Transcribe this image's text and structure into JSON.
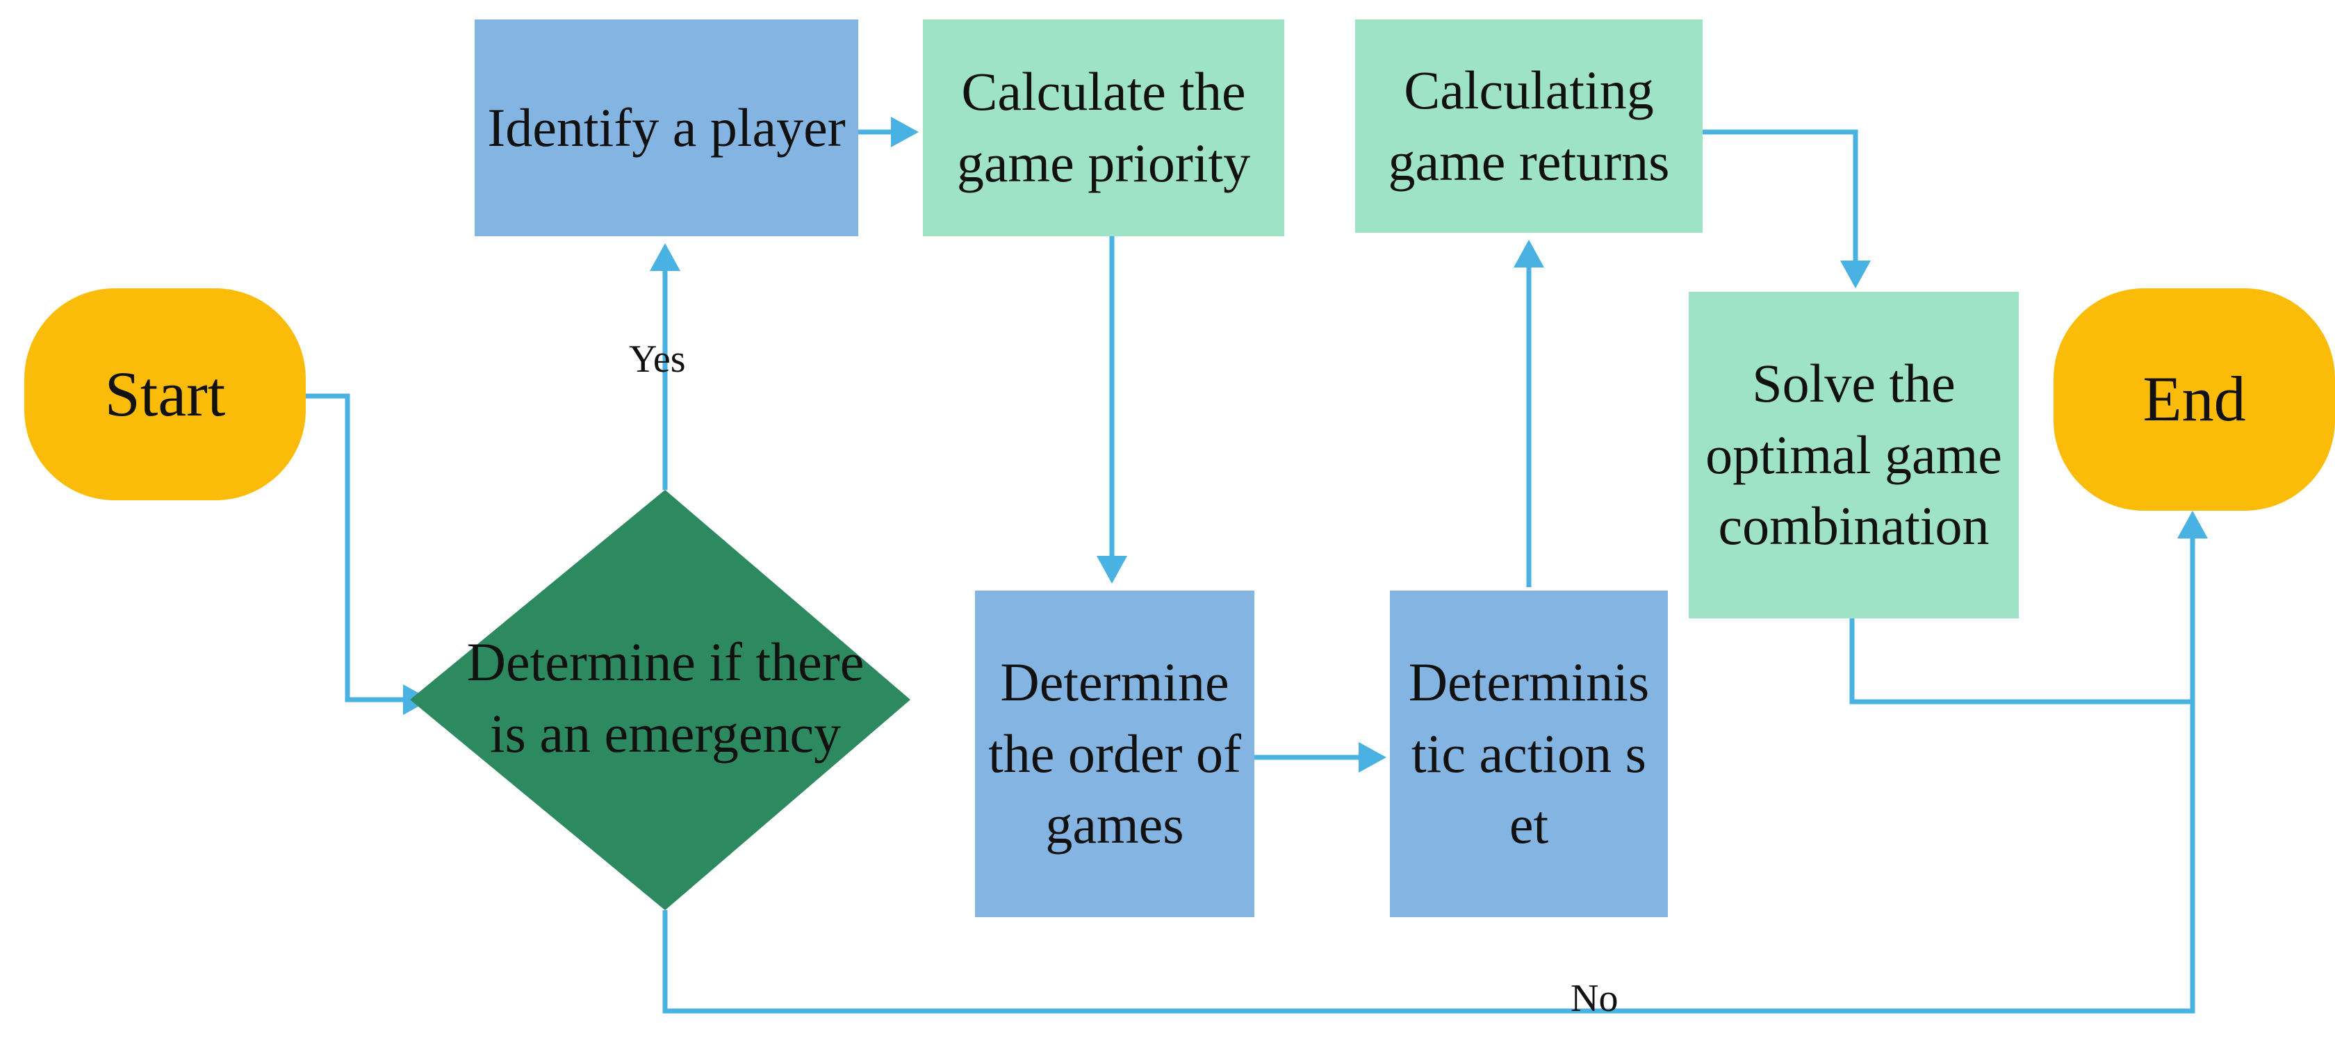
{
  "colors": {
    "terminal": "#fbbb09",
    "process_blue": "#84b4e1",
    "process_green": "#9ee3c5",
    "decision": "#2d8a60",
    "connector": "#4ab2e3"
  },
  "nodes": {
    "start": "Start",
    "end": "End",
    "decision": "Determine if there is an emergency",
    "identify_player": "Identify a player",
    "calc_priority": "Calculate the game priority",
    "calc_returns": "Calculating game returns",
    "solve_optimal": "Solve the optimal game combination",
    "order_games": "Determine the order of games",
    "action_set": "Deterministic action set"
  },
  "edge_labels": {
    "yes": "Yes",
    "no": "No"
  }
}
